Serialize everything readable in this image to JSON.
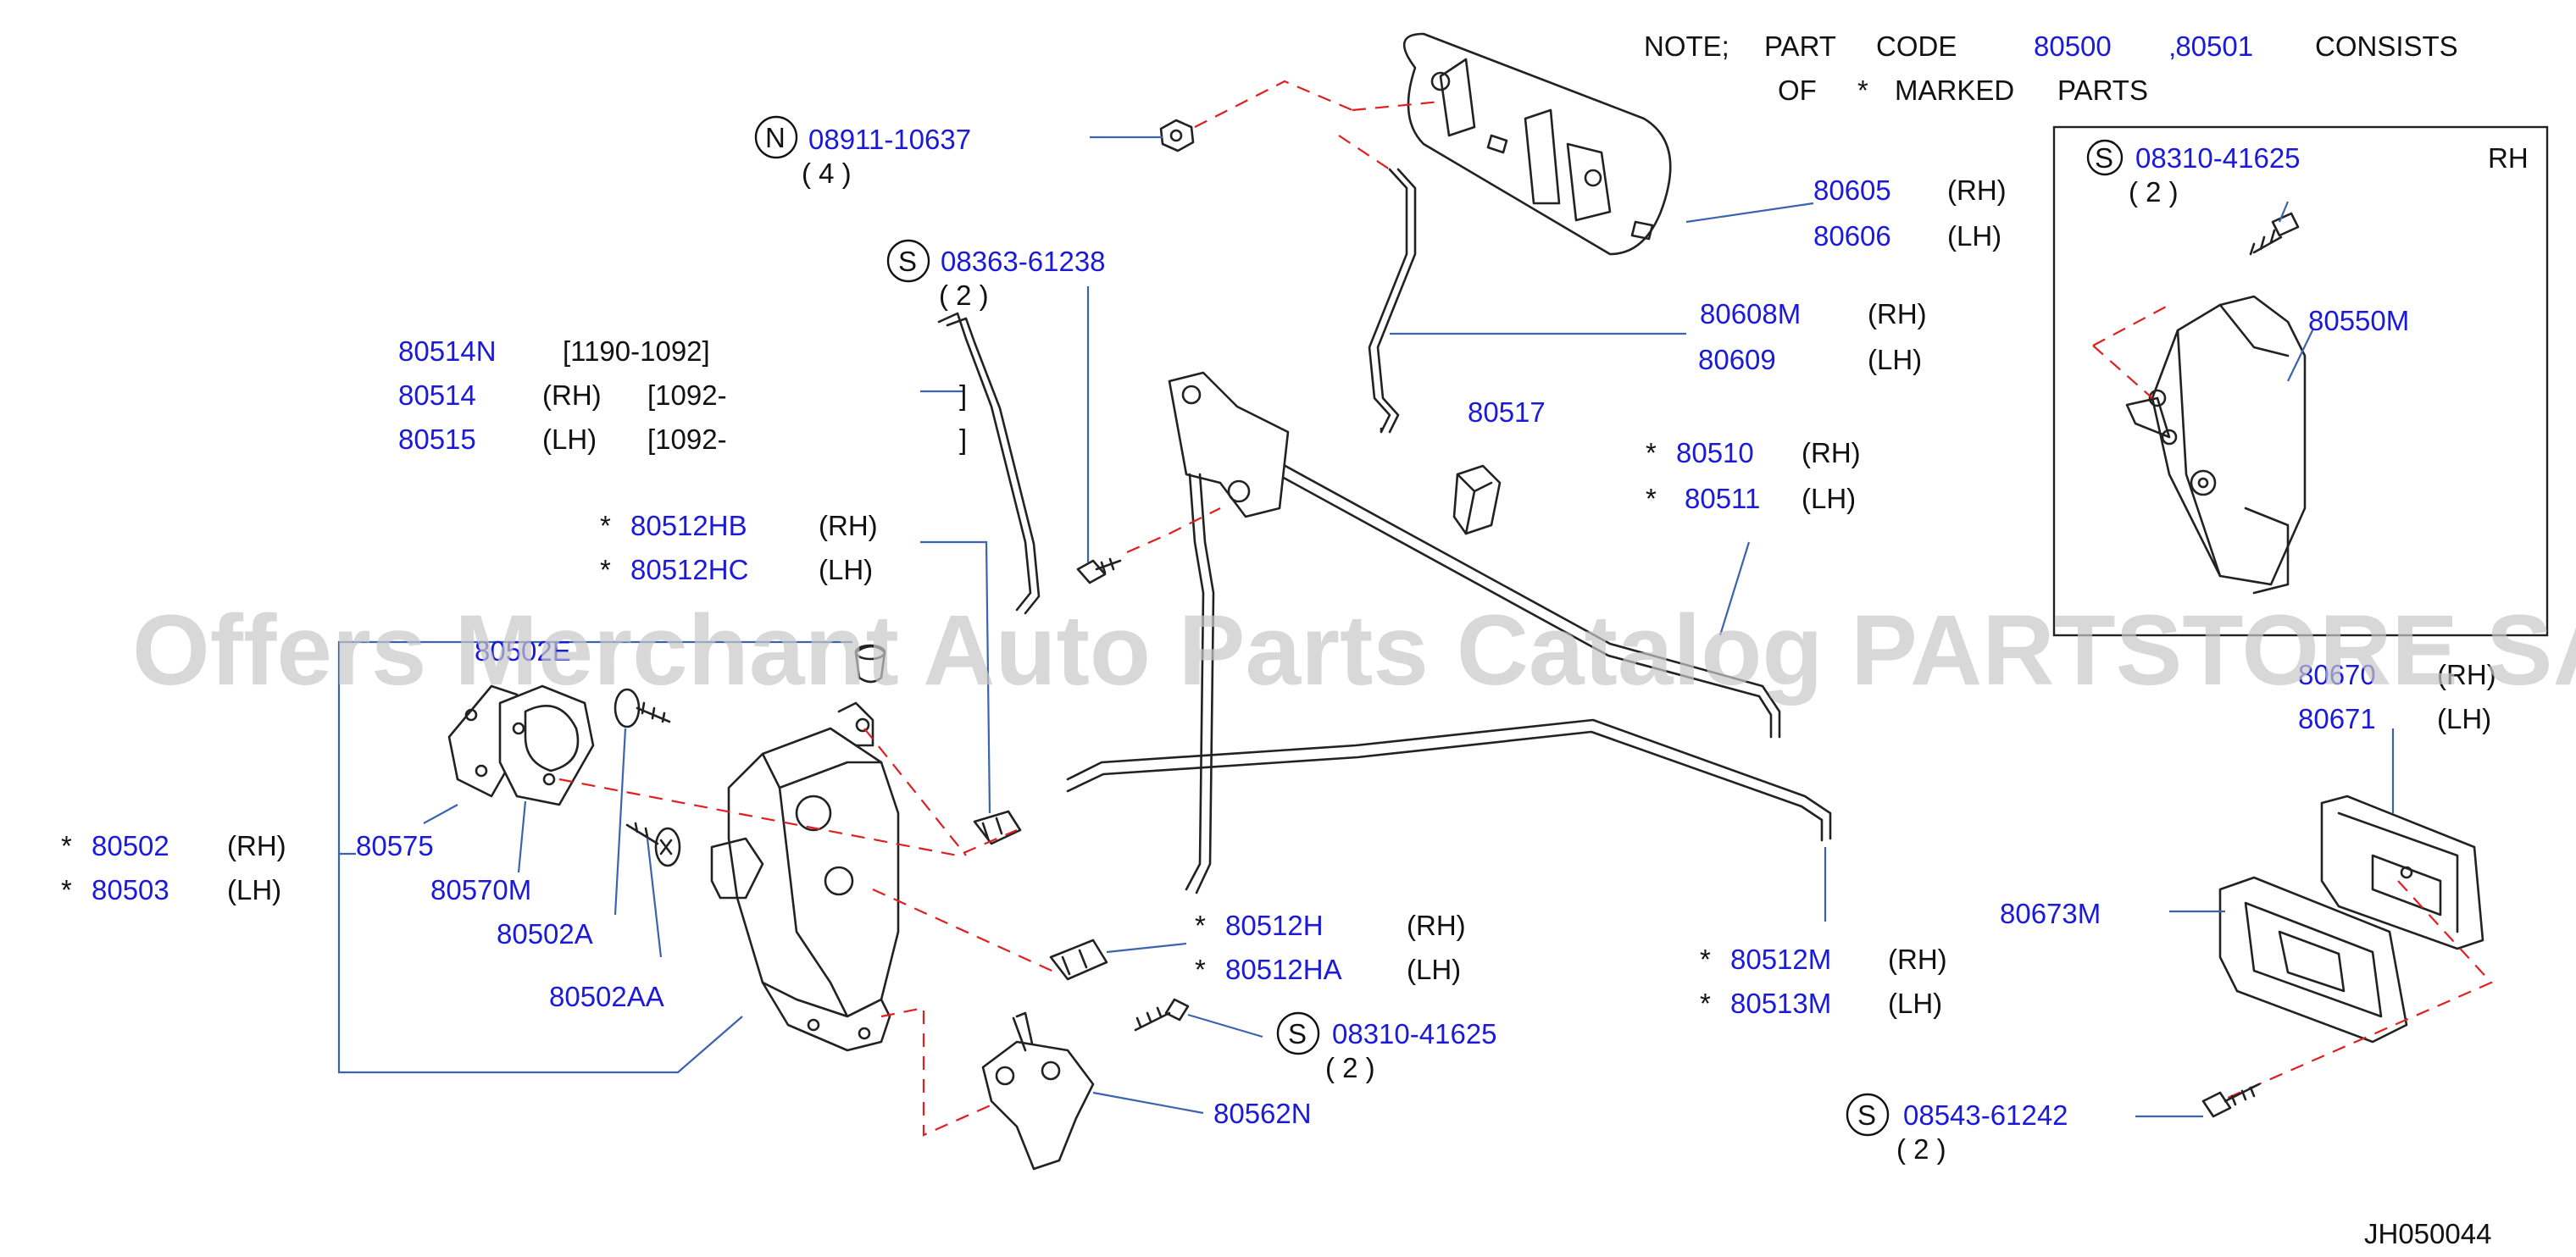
{
  "note": {
    "l1_a": "NOTE;",
    "l1_b": "PART",
    "l1_c": "CODE",
    "code1": "80500",
    "code2": "‚80501",
    "l1_d": "CONSISTS",
    "l2_a": "OF",
    "l2_b": "*",
    "l2_c": "MARKED",
    "l2_d": "PARTS"
  },
  "inset": {
    "tag": "RH"
  },
  "diagram_code": "JH050044",
  "watermark": "Offers Merchant Auto Parts Catalog PARTSTORE SA",
  "marks": {
    "star": "*",
    "rh": "(RH)",
    "lh": "(LH)",
    "n": "N",
    "s": "S"
  },
  "callouts": {
    "n_08911": {
      "pn": "08911-10637",
      "qty": "( 4 )"
    },
    "s_08363": {
      "pn": "08363-61238",
      "qty": "( 2 )"
    },
    "s_08310_inset": {
      "pn": "08310-41625",
      "qty": "( 2 )"
    },
    "s_08310_lower": {
      "pn": "08310-41625",
      "qty": "( 2 )"
    },
    "s_08543": {
      "pn": "08543-61242",
      "qty": "( 2 )"
    },
    "p80514N": {
      "pn": "80514N",
      "range": "[1190-1092]"
    },
    "p80514": {
      "pn": "80514",
      "range": "[1092-"
    },
    "p80515": {
      "pn": "80515",
      "range": "[1092-"
    },
    "bracket_close": "]",
    "p80512HB": "80512HB",
    "p80512HC": "80512HC",
    "p80605": "80605",
    "p80606": "80606",
    "p80608M": "80608M",
    "p80609": "80609",
    "p80517": "80517",
    "p80510": "80510",
    "p80511": "80511",
    "p80550M": "80550M",
    "p80502E": "80502E",
    "p80502": "80502",
    "p80503": "80503",
    "p80575": "80575",
    "p80570M": "80570M",
    "p80502A": "80502A",
    "p80502AA": "80502AA",
    "p80512H": "80512H",
    "p80512HA": "80512HA",
    "p80562N": "80562N",
    "p80512M": "80512M",
    "p80513M": "80513M",
    "p80670": "80670",
    "p80671": "80671",
    "p80673M": "80673M"
  }
}
